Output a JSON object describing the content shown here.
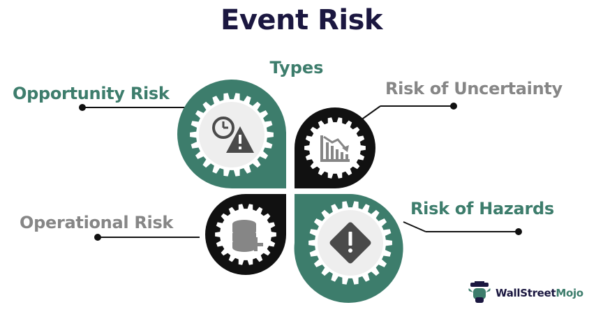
{
  "title": "Event Risk",
  "subtitle": "Types",
  "types": [
    {
      "label": "Opportunity Risk",
      "icon": "clock-warning-icon",
      "color": "#3d7d6c"
    },
    {
      "label": "Risk of Uncertainty",
      "icon": "declining-chart-icon",
      "color": "#868686"
    },
    {
      "label": "Operational Risk",
      "icon": "database-add-icon",
      "color": "#868686"
    },
    {
      "label": "Risk of Hazards",
      "icon": "warning-diamond-icon",
      "color": "#3d7d6c"
    }
  ],
  "brand": {
    "part1": "WallStreet",
    "part2": "Mojo",
    "color1": "#1b1740",
    "color2": "#3d7d6c"
  },
  "colors": {
    "green": "#3d7d6c",
    "black": "#111111",
    "gray": "#868686",
    "title": "#1b1740"
  }
}
